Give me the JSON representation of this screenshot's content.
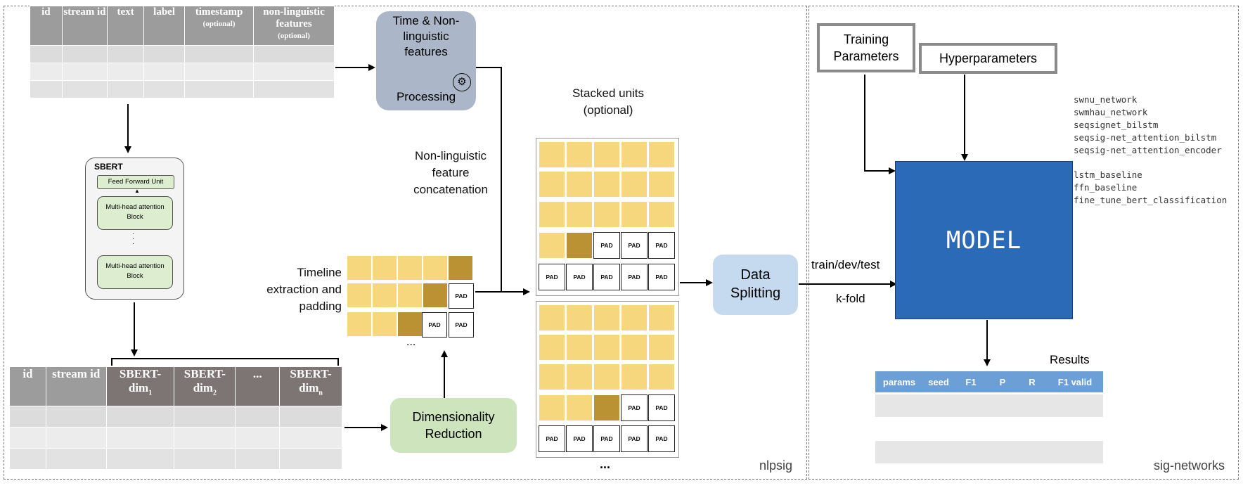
{
  "input_table": {
    "headers": [
      {
        "main": "id",
        "sub": ""
      },
      {
        "main": "stream id",
        "sub": ""
      },
      {
        "main": "text",
        "sub": ""
      },
      {
        "main": "label",
        "sub": ""
      },
      {
        "main": "timestamp",
        "sub": "(optional)"
      },
      {
        "main": "non-linguistic features",
        "sub": "(optional)"
      }
    ]
  },
  "sbert": {
    "title": "SBERT",
    "ffu": "Feed Forward Unit",
    "mha1": "Multi-head attention Block",
    "dots": "·\n·\n·",
    "mha2": "Multi-head attention Block"
  },
  "embed_table": {
    "headers": [
      "id",
      "stream id",
      "SBERT-dim1",
      "SBERT-dim2",
      "...",
      "SBERT-dimn"
    ]
  },
  "processing_box": {
    "title": "Time & Non-linguistic features",
    "subtitle": "Processing",
    "icon": "gear-cycle-icon"
  },
  "labels": {
    "concat": "Non-linguistic feature concatenation",
    "timeline": "Timeline extraction and padding",
    "stacked": "Stacked units (optional)",
    "timeline_dots": "...",
    "stacked_dots": "...",
    "train_dev_test": "train/dev/test",
    "kfold": "k-fold",
    "results": "Results"
  },
  "dim_reduction": {
    "label": "Dimensionality Reduction"
  },
  "data_splitting": {
    "label": "Data Splitting"
  },
  "pad_label": "PAD",
  "sections": {
    "left": "nlpsig",
    "right": "sig-networks"
  },
  "training_params": {
    "label": "Training Parameters"
  },
  "hyperparams": {
    "label": "Hyperparameters"
  },
  "model": {
    "label": "MODEL"
  },
  "model_list": {
    "group1": [
      "swnu_network",
      "swmhau_network",
      "seqsignet_bilstm",
      "seqsig-net_attention_bilstm",
      "seqsig-net_attention_encoder"
    ],
    "group2": [
      "lstm_baseline",
      "ffn_baseline",
      "fine_tune_bert_classification"
    ]
  },
  "results_table": {
    "headers": [
      "params",
      "seed",
      "F1",
      "P",
      "R",
      "F1 valid"
    ]
  },
  "colors": {
    "yellow": "#f6d77e",
    "ochre": "#bb9233",
    "model_blue": "#2b6ab6",
    "light_blue": "#c5d9ef",
    "green": "#cde4bc",
    "grey_box": "#abb6c8"
  }
}
